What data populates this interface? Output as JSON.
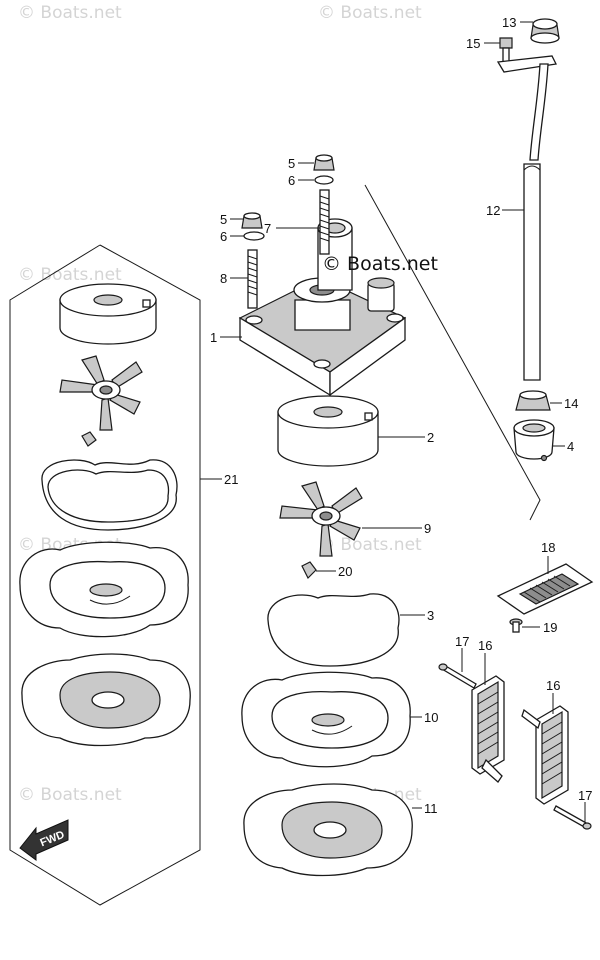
{
  "watermark": {
    "main": "© Boats.net",
    "faint": "© Boats.net"
  },
  "fwd_label": "FWD",
  "callouts": {
    "c1": "1",
    "c2": "2",
    "c3": "3",
    "c4": "4",
    "c5a": "5",
    "c5b": "5",
    "c6a": "6",
    "c6b": "6",
    "c7": "7",
    "c8": "8",
    "c9": "9",
    "c10": "10",
    "c11": "11",
    "c12": "12",
    "c13": "13",
    "c14": "14",
    "c15": "15",
    "c16a": "16",
    "c16b": "16",
    "c17a": "17",
    "c17b": "17",
    "c18": "18",
    "c19": "19",
    "c20": "20",
    "c21": "21"
  }
}
